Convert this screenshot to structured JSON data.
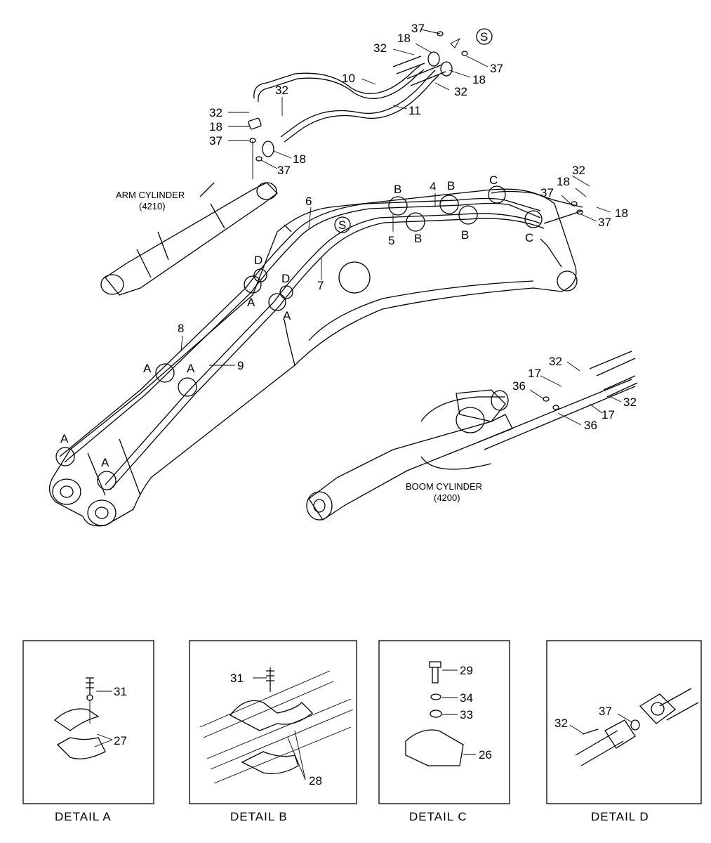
{
  "labels": {
    "arm_cylinder": "ARM CYLINDER",
    "arm_cylinder_code": "(4210)",
    "boom_cylinder": "BOOM CYLINDER",
    "boom_cylinder_code": "(4200)"
  },
  "letters": {
    "A": "A",
    "B": "B",
    "C": "C",
    "D": "D",
    "S": "S"
  },
  "parts": {
    "p4": "4",
    "p5": "5",
    "p6": "6",
    "p7": "7",
    "p8": "8",
    "p9": "9",
    "p10": "10",
    "p11": "11",
    "p17": "17",
    "p18": "18",
    "p26": "26",
    "p27": "27",
    "p28": "28",
    "p29": "29",
    "p31": "31",
    "p32": "32",
    "p33": "33",
    "p34": "34",
    "p36": "36",
    "p37": "37"
  },
  "details": {
    "a": "DETAIL  A",
    "b": "DETAIL  B",
    "c": "DETAIL  C",
    "d": "DETAIL  D"
  }
}
